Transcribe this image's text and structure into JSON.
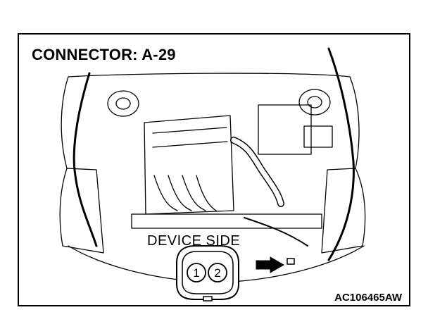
{
  "diagram": {
    "title": "CONNECTOR: A-29",
    "view_label": "DEVICE SIDE",
    "connector_pins": [
      "1",
      "2"
    ],
    "figure_code": "AC106465AW"
  },
  "colors": {
    "line": "#000000",
    "background": "#ffffff"
  },
  "icons": [
    "arrow-right-icon",
    "connector-icon"
  ]
}
